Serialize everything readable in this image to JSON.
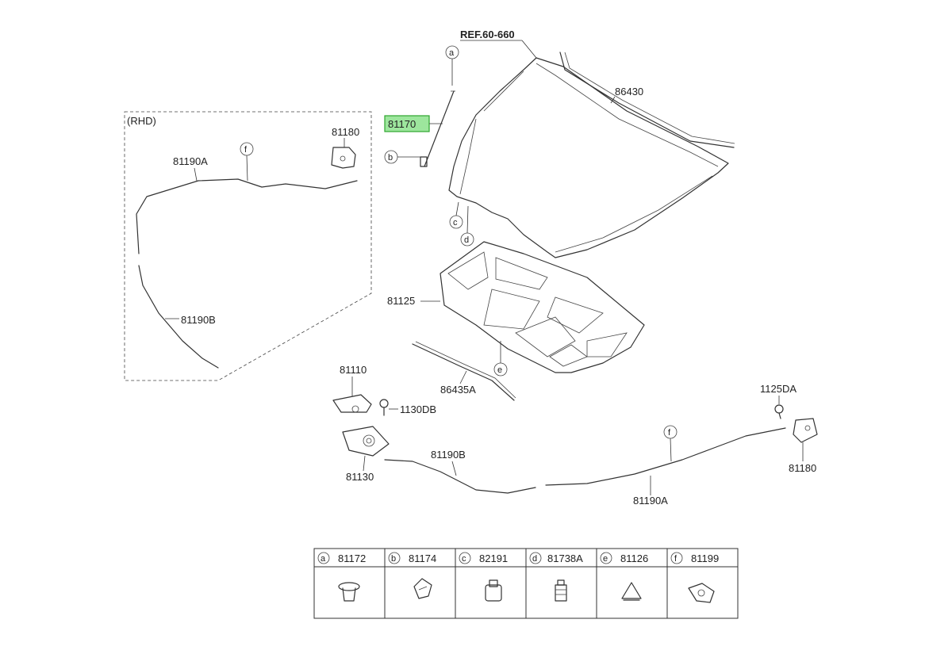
{
  "ref_label": "REF.60-660",
  "rhd_label": "(RHD)",
  "callouts": {
    "hood_weatherstrip": "86430",
    "lift_rod_highlighted": "81170",
    "rhd_latch_bracket": "81180",
    "rhd_cable_a": "81190A",
    "rhd_cable_b": "81190B",
    "insulator_pad": "81125",
    "seal_strip": "86435A",
    "latch_release": "81110",
    "bolt": "1130DB",
    "latch_assy": "81130",
    "cable_b": "81190B",
    "cable_a": "81190A",
    "bolt_right": "1125DA",
    "latch_bracket_right": "81180"
  },
  "markers": {
    "a": "a",
    "b": "b",
    "c": "c",
    "d": "d",
    "e": "e",
    "f_rhd": "f",
    "f_main": "f"
  },
  "legend_table": {
    "items": [
      {
        "letter": "a",
        "part": "81172",
        "icon": "grommet-icon"
      },
      {
        "letter": "b",
        "part": "81174",
        "icon": "clip-icon"
      },
      {
        "letter": "c",
        "part": "82191",
        "icon": "bumper-stop-icon"
      },
      {
        "letter": "d",
        "part": "81738A",
        "icon": "fastener-icon"
      },
      {
        "letter": "e",
        "part": "81126",
        "icon": "push-clip-icon"
      },
      {
        "letter": "f",
        "part": "81199",
        "icon": "cable-clip-icon"
      }
    ]
  }
}
